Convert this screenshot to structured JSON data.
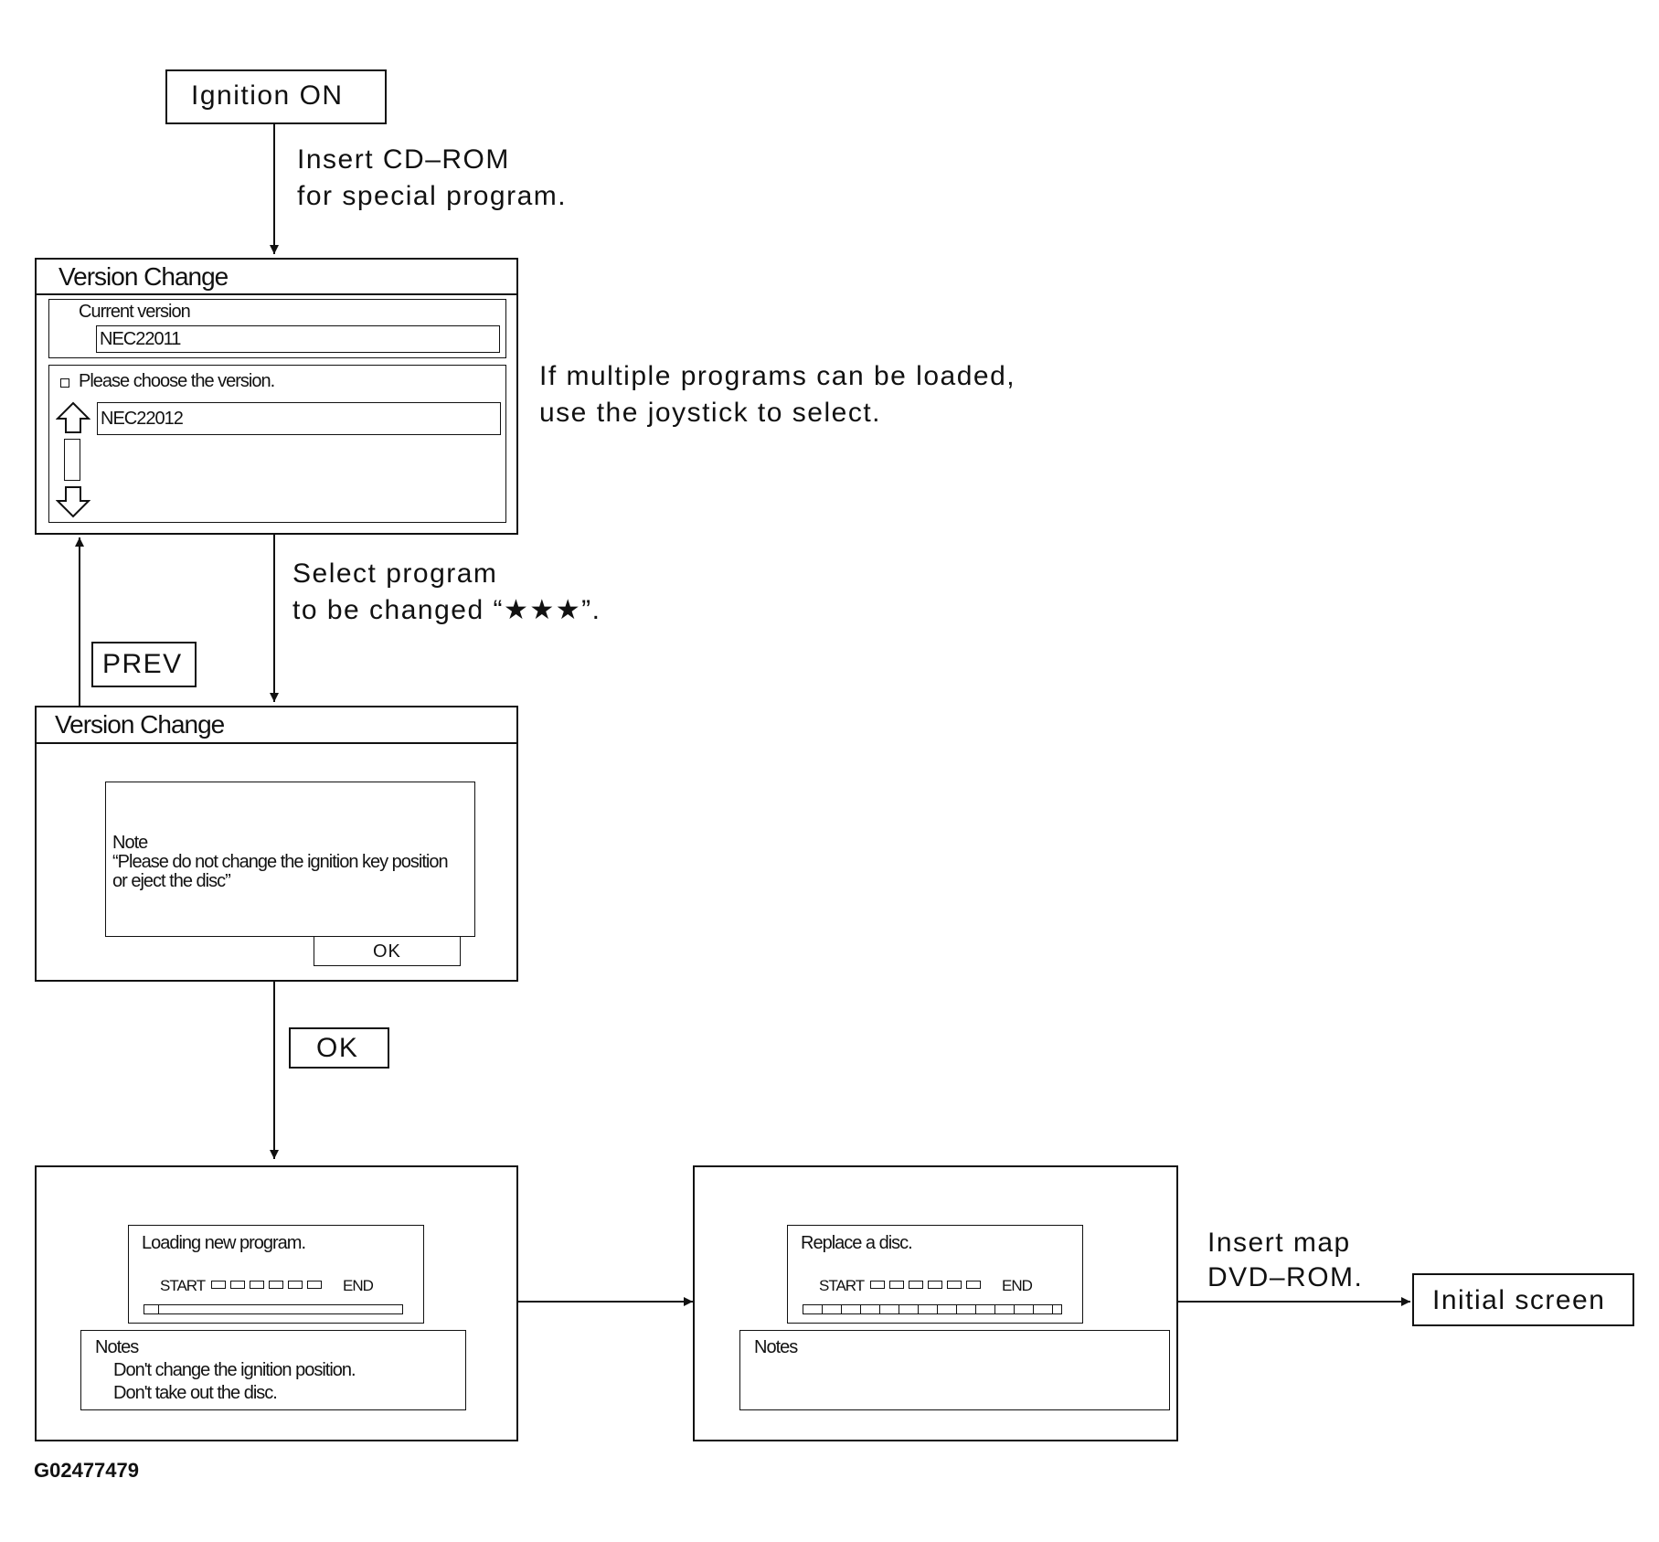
{
  "start_box": {
    "label": "Ignition ON"
  },
  "step_insert_cd": {
    "line1": "Insert CD–ROM",
    "line2": "for special program."
  },
  "screen1": {
    "title": "Version Change",
    "current_version_label": "Current version",
    "current_version_value": "NEC22011",
    "choose_prompt": "Please choose the version.",
    "selected_version": "NEC22012"
  },
  "note_multiple": {
    "line1": "If multiple programs can be loaded,",
    "line2": "use the joystick to select."
  },
  "step_select": {
    "line1": "Select program",
    "line2": "to be changed “★★★”."
  },
  "prev_box": {
    "label": "PREV"
  },
  "screen2": {
    "title": "Version Change",
    "note_heading": "Note",
    "note_line1": "“Please do not change the ignition key position",
    "note_line2": "or eject the disc”",
    "ok_button": "OK"
  },
  "ok_box": {
    "label": "OK"
  },
  "screen3": {
    "status": "Loading new program.",
    "start_label": "START",
    "end_label": "END",
    "notes_heading": "Notes",
    "notes_line1": "Don't change the ignition position.",
    "notes_line2": "Don't take out the disc.",
    "progress": 0.02
  },
  "screen4": {
    "status": "Replace a disc.",
    "start_label": "START",
    "end_label": "END",
    "notes_heading": "Notes",
    "progress": 1.0
  },
  "step_insert_dvd": {
    "line1": "Insert map",
    "line2": "DVD–ROM."
  },
  "end_box": {
    "label": "Initial screen"
  },
  "figure_code": "G02477479"
}
